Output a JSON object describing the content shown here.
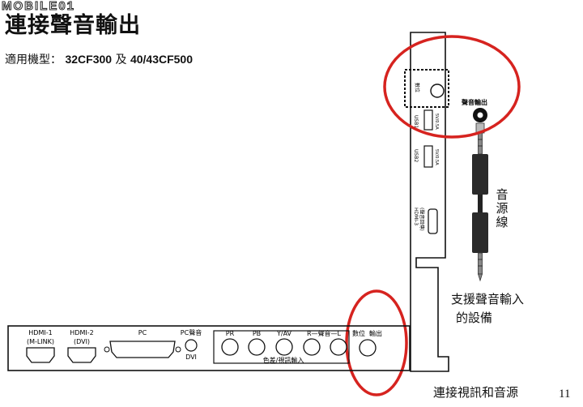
{
  "logo": {
    "text": "MOBILE01"
  },
  "header": {
    "title": "連接聲音輸出"
  },
  "models": {
    "label": "適用機型：",
    "list": "32CF300",
    "connector": "及",
    "list2": "40/43CF500"
  },
  "panel_side": {
    "jack_label": "聲音輸出",
    "digital_label": "數位",
    "usb1": "USB1",
    "usb2": "USB2",
    "rating1": "5V/0.5A",
    "rating2": "5V/0.5A",
    "hdmi3": "HDMI-3",
    "hdmi3_sub": "(聲音回傳)"
  },
  "cable_label": "音源線",
  "caption": {
    "line1": "支援聲音輸入",
    "line2": "的設備"
  },
  "panel_bottom": {
    "hdmi1": "HDMI-1",
    "hdmi1_sub": "(M-LINK)",
    "hdmi2": "HDMI-2",
    "hdmi2_sub": "(DVI)",
    "pc": "PC",
    "pc_audio": "PC聲音",
    "dvi": "DVI",
    "pr": "PR",
    "pb": "PB",
    "yav": "Y/AV",
    "audio_rl": "R—聲音—L",
    "digital": "數位",
    "output": "輸出",
    "component_label": "色差/視訊輸入"
  },
  "footer": {
    "section": "連接視訊和音源",
    "page": "11"
  },
  "colors": {
    "highlight": "#d6231f",
    "line": "#111111"
  }
}
